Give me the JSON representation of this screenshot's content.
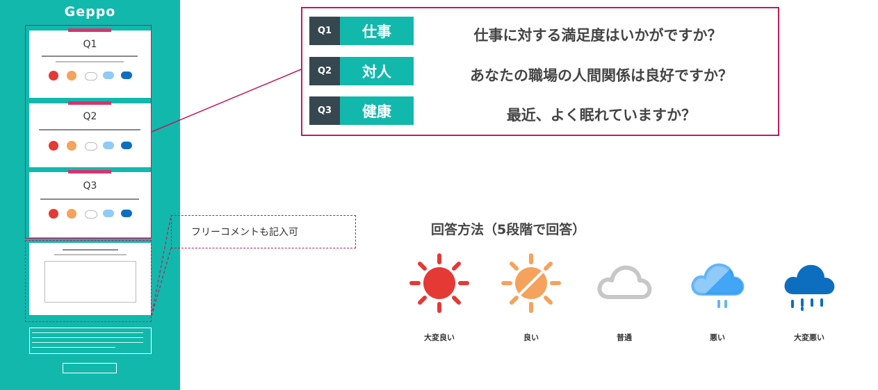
{
  "phone": {
    "logo": "Geppo",
    "questions": [
      {
        "num": "Q1"
      },
      {
        "num": "Q2"
      },
      {
        "num": "Q3"
      }
    ]
  },
  "questions": [
    {
      "tag": "Q1",
      "category": "仕事",
      "text": "仕事に対する満足度はいかがですか？"
    },
    {
      "tag": "Q2",
      "category": "対人",
      "text": "あなたの職場の人間関係は良好ですか？"
    },
    {
      "tag": "Q3",
      "category": "健康",
      "text": "最近、よく眠れていますか？"
    }
  ],
  "comment_note": "フリーコメントも記入可",
  "answer_method": {
    "title": "回答方法（5段階で回答）",
    "options": [
      {
        "label": "大変良い",
        "icon": "sun-icon",
        "color": "#e53935"
      },
      {
        "label": "良い",
        "icon": "sun-partly-icon",
        "color": "#f5a25d"
      },
      {
        "label": "普通",
        "icon": "cloud-icon",
        "color": "#bdbdbd"
      },
      {
        "label": "悪い",
        "icon": "cloud-rain-light-icon",
        "color": "#64b5f6"
      },
      {
        "label": "大変悪い",
        "icon": "cloud-rain-heavy-icon",
        "color": "#0d6ebf"
      }
    ]
  },
  "colors": {
    "teal": "#12b8ac",
    "accent": "#c2185b",
    "dark": "#37474f"
  }
}
